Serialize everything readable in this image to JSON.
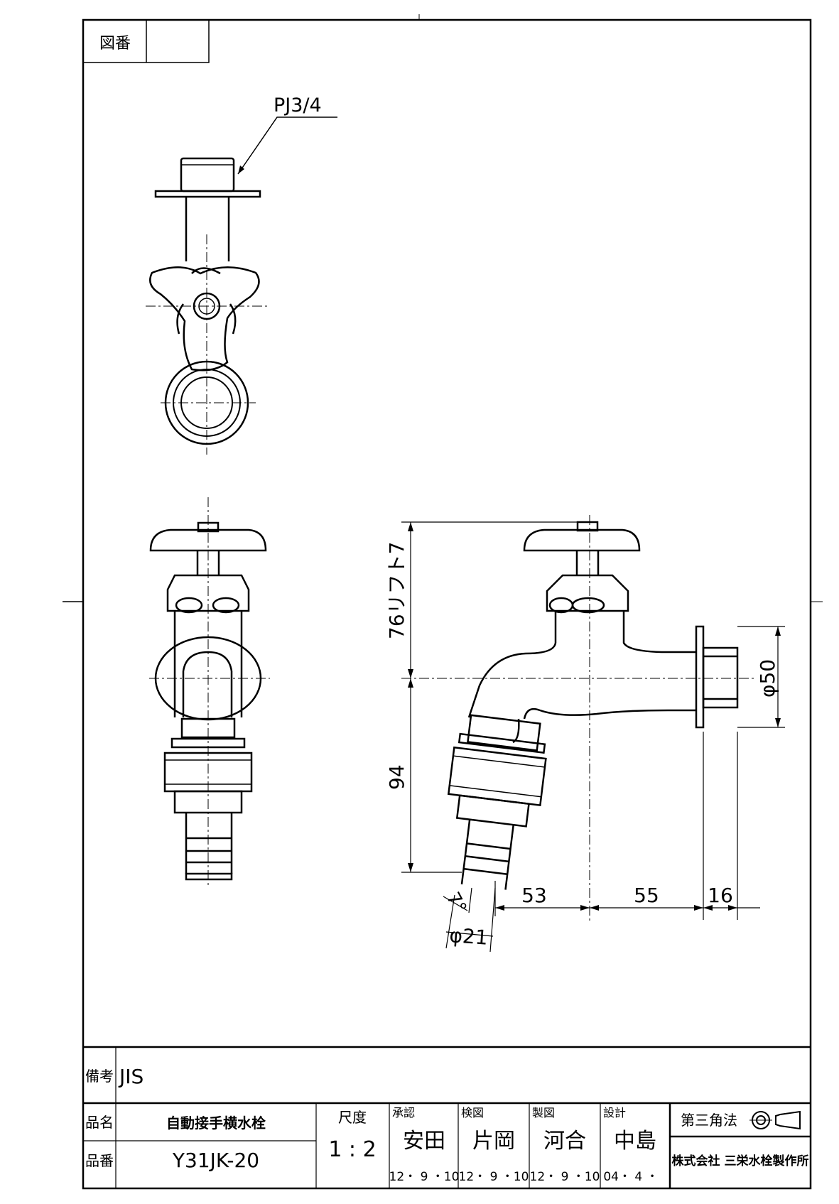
{
  "title_box": {
    "label": "図番",
    "value": ""
  },
  "annotations": {
    "thread": "PJ3/4",
    "lift": "76リフト7",
    "diameter_flange": "φ50",
    "height_lower": "94",
    "angle": "7°",
    "diameter_hose": "φ21",
    "dim_53": "53",
    "dim_55": "55",
    "dim_16": "16"
  },
  "remarks": {
    "label": "備考",
    "value": "JIS"
  },
  "product": {
    "name_label": "品名",
    "name": "自動接手横水栓",
    "number_label": "品番",
    "number": "Y31JK-20"
  },
  "scale": {
    "label": "尺度",
    "value": "1 : 2"
  },
  "approvals": [
    {
      "role": "承認",
      "name": "安田",
      "date": "12・ 9 ・10"
    },
    {
      "role": "検図",
      "name": "片岡",
      "date": "12・ 9 ・10"
    },
    {
      "role": "製図",
      "name": "河合",
      "date": "12・ 9 ・10"
    },
    {
      "role": "設計",
      "name": "中島",
      "date": "04・ 4 ・"
    }
  ],
  "projection": {
    "label": "第三角法"
  },
  "company": "株式会社 三栄水栓製作所"
}
